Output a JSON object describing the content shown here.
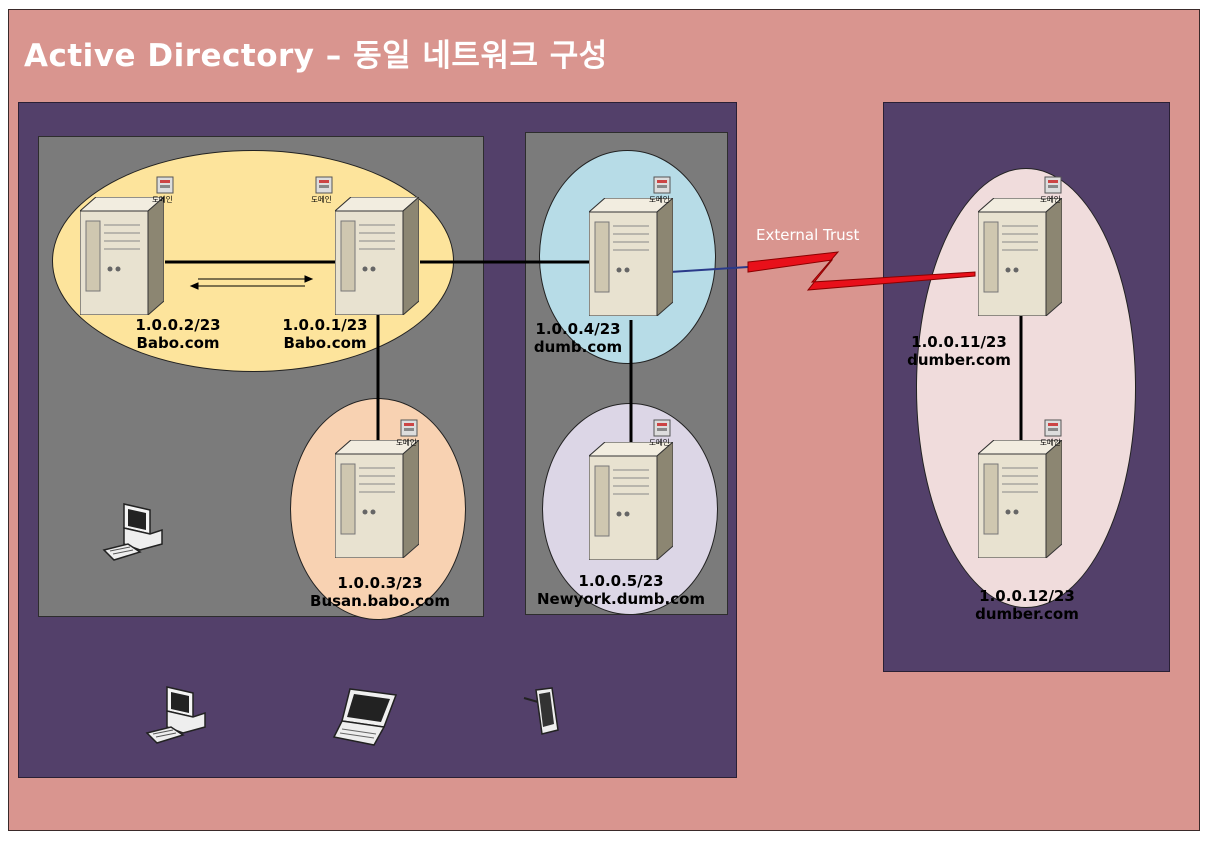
{
  "title": "Active Directory – 동일 네트워크 구성",
  "badge_text": "도메인",
  "trust": {
    "label": "External Trust"
  },
  "servers": [
    {
      "ip": "1.0.0.2/23",
      "domain": "Babo.com"
    },
    {
      "ip": "1.0.0.1/23",
      "domain": "Babo.com"
    },
    {
      "ip": "1.0.0.3/23",
      "domain": "Busan.babo.com"
    },
    {
      "ip": "1.0.0.4/23",
      "domain": "dumb.com"
    },
    {
      "ip": "1.0.0.5/23",
      "domain": "Newyork.dumb.com"
    },
    {
      "ip": "1.0.0.11/23",
      "domain": "dumber.com"
    },
    {
      "ip": "1.0.0.12/23",
      "domain": "dumber.com"
    }
  ],
  "colors": {
    "background": "#d9958f",
    "forest": "#53406a",
    "tree": "#7b7b7b",
    "babo_domain": "#fde49c",
    "busan_domain": "#f8d2b2",
    "dumb_domain": "#b7dce7",
    "newyork_domain": "#dcd6e6",
    "dumber_domain": "#f0dcdc",
    "trust_bolt": "#e8101a"
  },
  "icons": [
    "server-icon",
    "domain-badge-icon",
    "workstation-icon",
    "laptop-icon",
    "phone-icon",
    "replication-arrows-icon",
    "lightning-link-icon"
  ]
}
